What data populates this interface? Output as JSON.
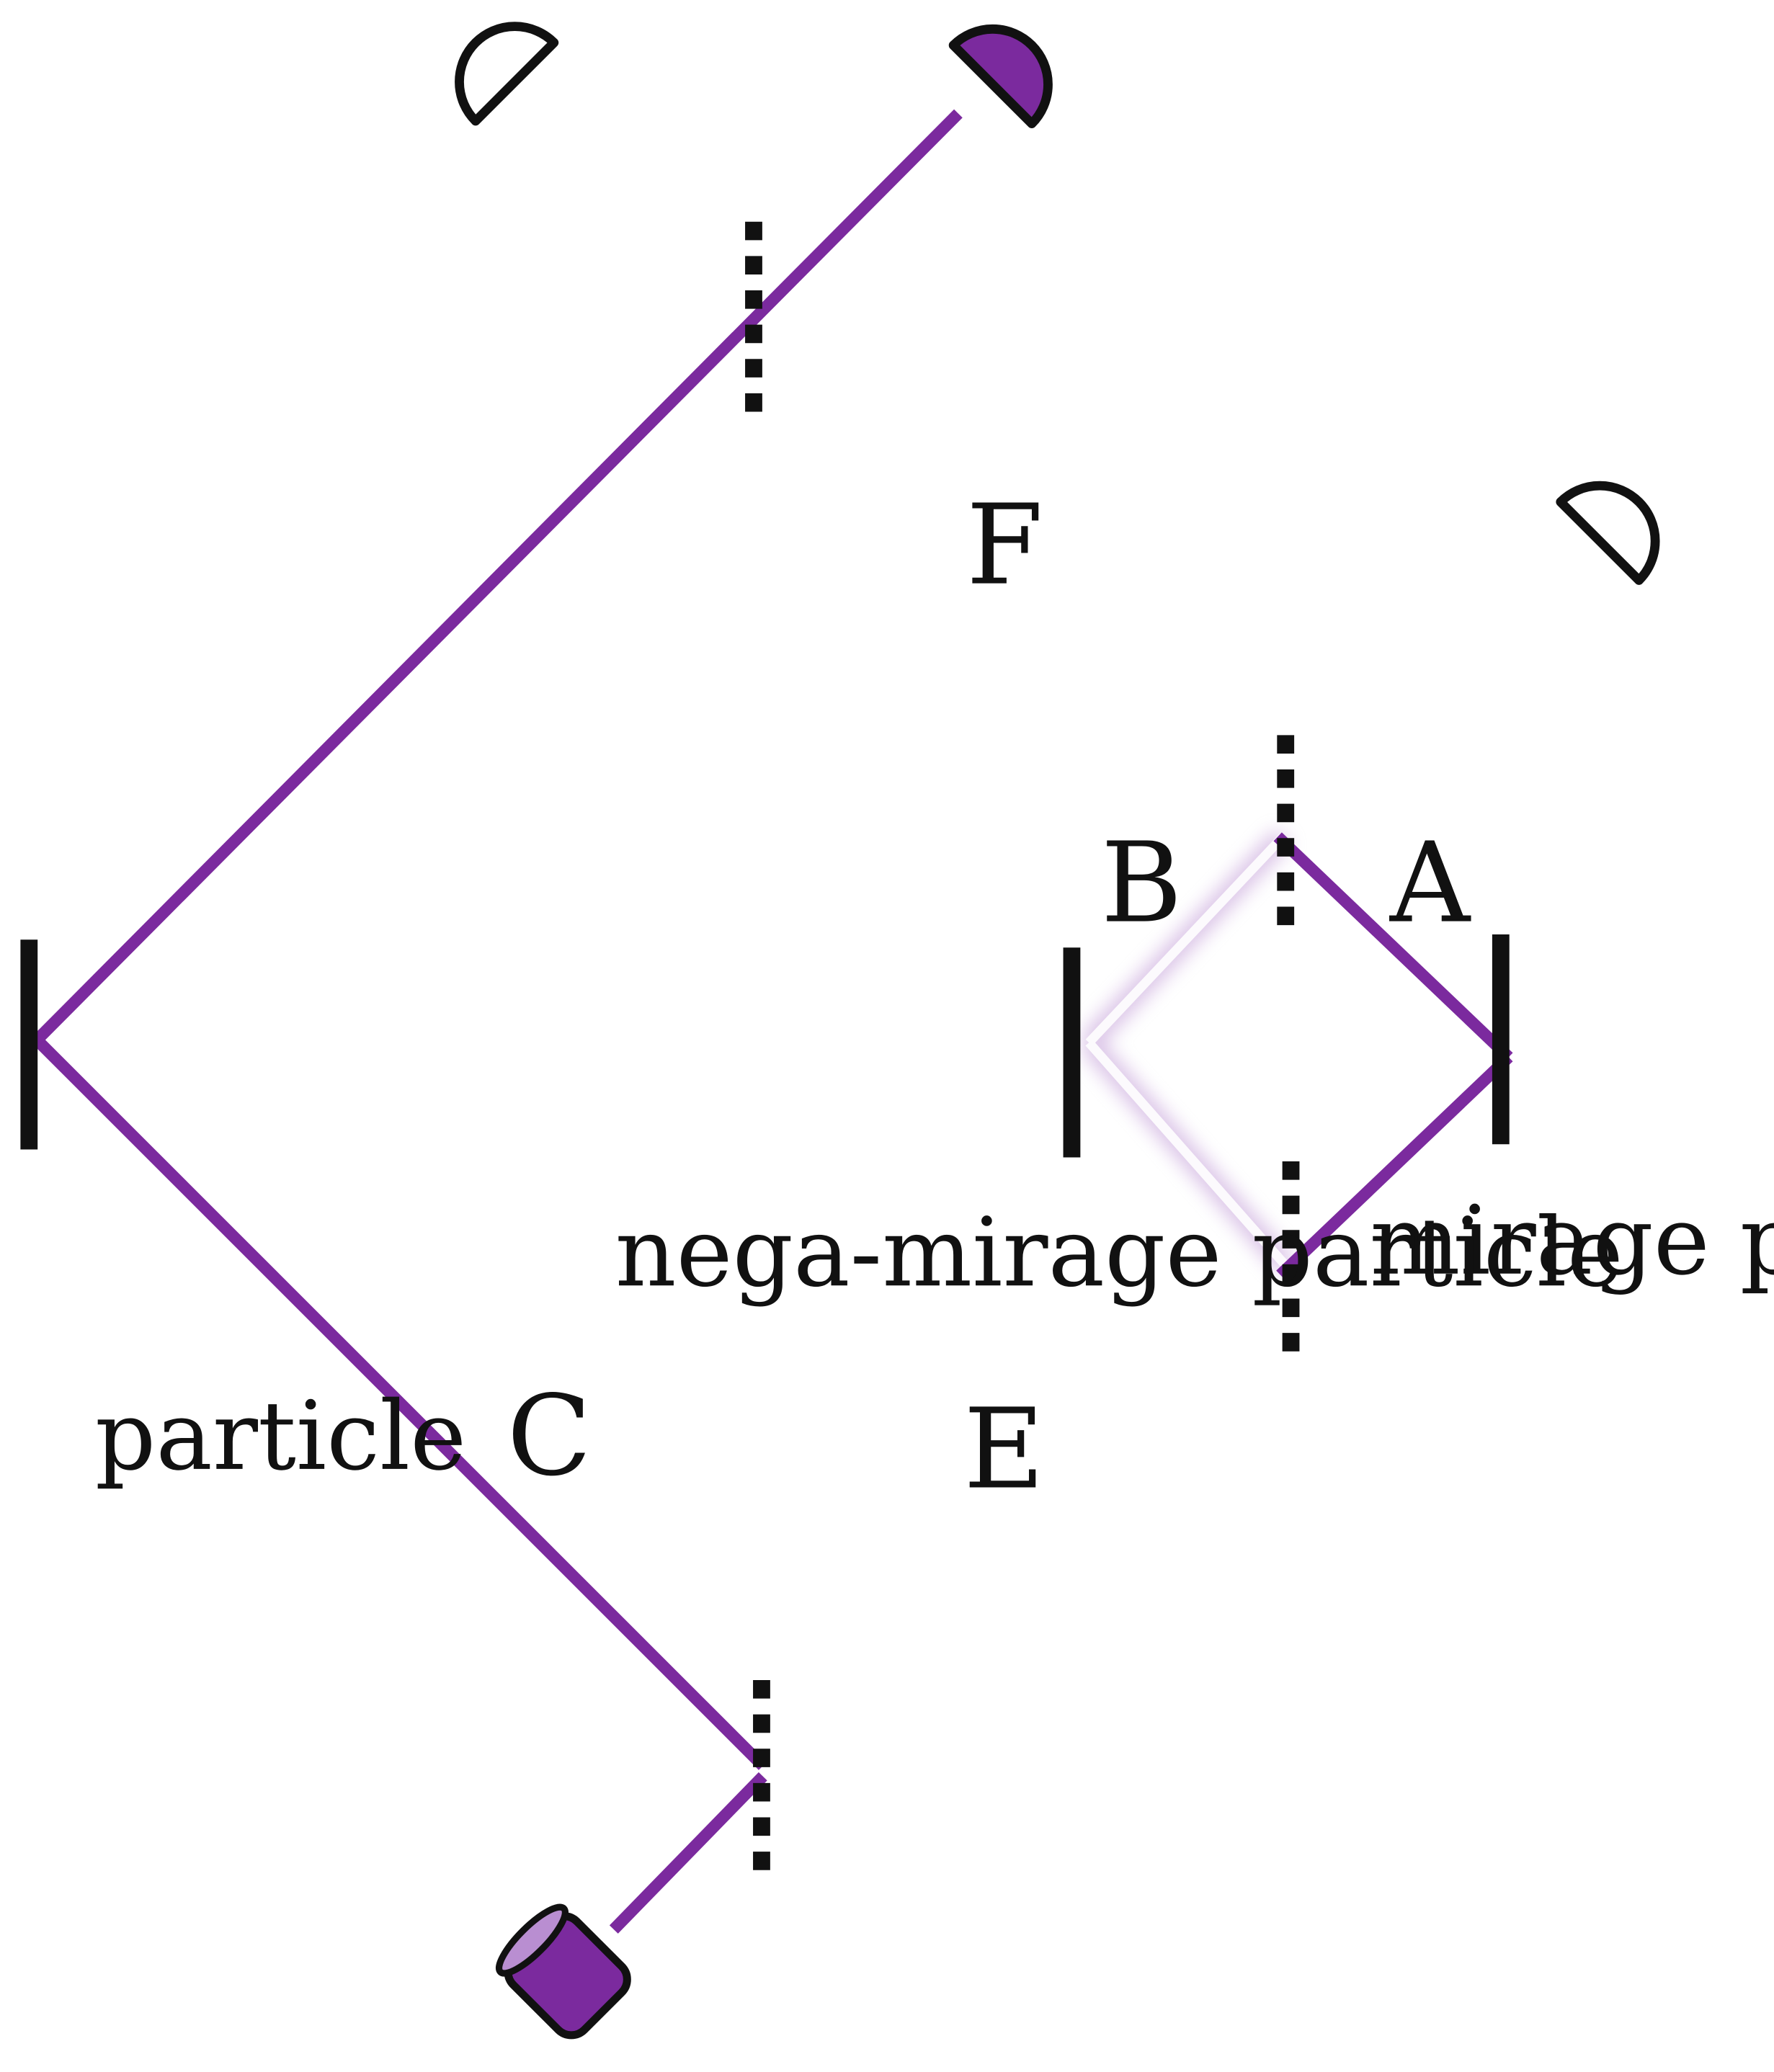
{
  "labels": {
    "F": "F",
    "A": "A",
    "B": "B",
    "C": "C",
    "E": "E",
    "particle": "particle",
    "mirage_particle": "mirage particle",
    "nega_mirage_particle": "nega-mirage particle"
  },
  "colors": {
    "beam": "#7b2a9e",
    "ink": "#111111",
    "ghost": "#d9c3e6"
  }
}
